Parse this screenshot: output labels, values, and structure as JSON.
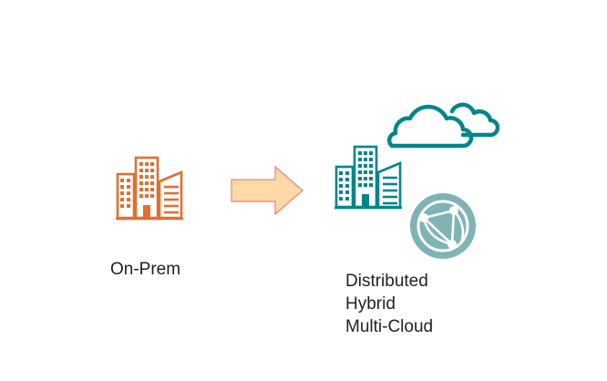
{
  "diagram": {
    "source": {
      "label": "On-Prem",
      "icon": "office-building-icon",
      "color": "#E07030"
    },
    "connector": {
      "icon": "right-arrow-icon",
      "fill_color": "#FFD9A6",
      "stroke_color": "#F08080"
    },
    "target": {
      "labels": [
        "Distributed",
        "Hybrid",
        "Multi-Cloud"
      ],
      "building_icon": "office-building-icon",
      "cloud_icon": "cloud-icon",
      "network_icon": "globe-network-icon",
      "building_color": "#00868A",
      "cloud_color": "#00868A",
      "network_color": "#7FB3B5"
    }
  }
}
